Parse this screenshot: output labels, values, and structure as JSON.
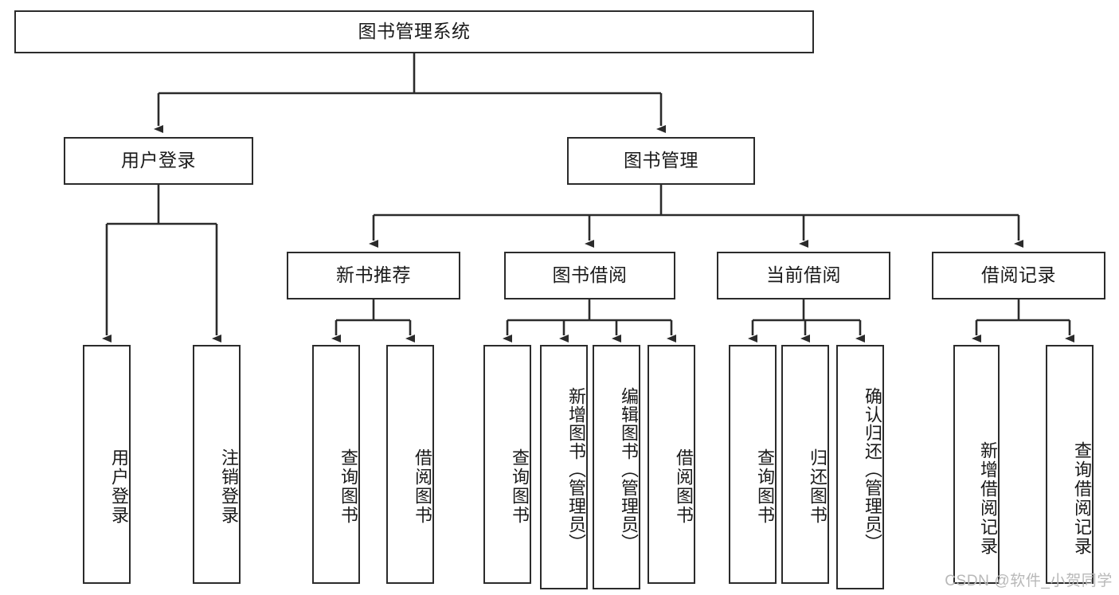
{
  "diagram": {
    "title": "图书管理系统",
    "type": "functional-structure-tree",
    "root": {
      "label": "图书管理系统"
    },
    "level2": [
      {
        "label": "用户登录"
      },
      {
        "label": "图书管理"
      }
    ],
    "level3": [
      {
        "label": "新书推荐"
      },
      {
        "label": "图书借阅"
      },
      {
        "label": "当前借阅"
      },
      {
        "label": "借阅记录"
      }
    ],
    "leaves": {
      "user_login": [
        {
          "label": "用户登录"
        },
        {
          "label": "注销登录"
        }
      ],
      "new_book_recommend": [
        {
          "label": "查询图书"
        },
        {
          "label": "借阅图书"
        }
      ],
      "book_borrow": [
        {
          "label": "查询图书"
        },
        {
          "label": "新增图书（管理员）"
        },
        {
          "label": "编辑图书（管理员）"
        },
        {
          "label": "借阅图书"
        }
      ],
      "current_borrow": [
        {
          "label": "查询图书"
        },
        {
          "label": "归还图书"
        },
        {
          "label": "确认归还（管理员）"
        }
      ],
      "borrow_record": [
        {
          "label": "新增借阅记录"
        },
        {
          "label": "查询借阅记录"
        }
      ]
    }
  },
  "watermark": {
    "text": "CSDN @软件_小贺同学"
  },
  "colors": {
    "border": "#2b2b2b",
    "background": "#ffffff",
    "text": "#1a1a1a",
    "watermark": "#b8b8b8"
  }
}
